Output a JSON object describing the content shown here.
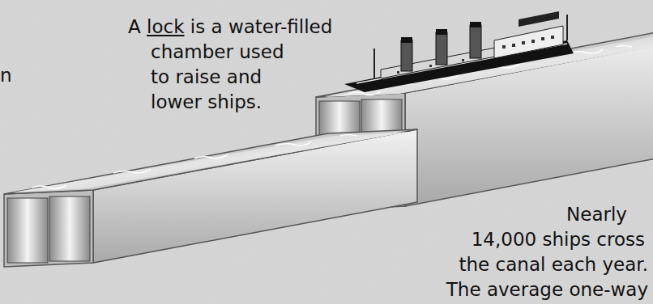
{
  "diagram": {
    "labels": [
      "A lock is a water-filled chamber used to raise and lower ships.",
      "n",
      "Nearly 14,000 ships cross the canal each year. The average one-way"
    ]
  }
}
